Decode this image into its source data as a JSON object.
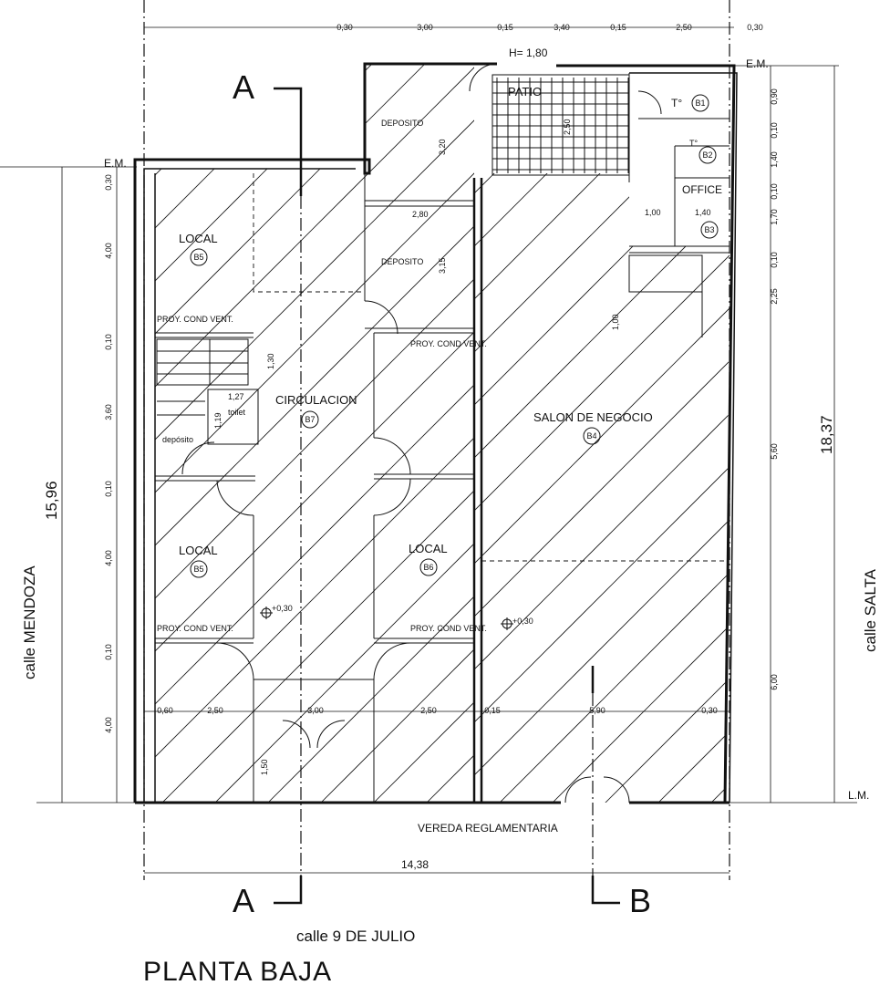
{
  "title": "PLANTA BAJA",
  "streets": {
    "bottom": "calle  9 DE JULIO",
    "left": "calle  MENDOZA",
    "right": "calle  SALTA"
  },
  "sidewalk": "VEREDA REGLAMENTARIA",
  "sections": {
    "a": "A",
    "b": "B"
  },
  "markers": {
    "em": "E.M.",
    "lm": "L.M."
  },
  "rooms": {
    "patio": "PATIO",
    "deposito_top": "DEPOSITO",
    "deposito_mid": "DEPOSITO",
    "local_top": "LOCAL",
    "local_bottom_left": "LOCAL",
    "local_bottom_mid": "LOCAL",
    "circulacion": "CIRCULACION",
    "salon": "SALON DE NEGOCIO",
    "office": "OFFICE",
    "toilet_b1": "T°",
    "toilet_b2": "T°",
    "toilet": "toilet",
    "deposito_small": "depósito",
    "proy_1": "PROY. COND VENT.",
    "proy_2": "PROY. COND VENT.",
    "proy_3": "PROY. COND VENT.",
    "proy_4": "PROY. COND VENT."
  },
  "tags": {
    "b1": "B1",
    "b2": "B2",
    "b3": "B3",
    "b4": "B4",
    "b5a": "B5",
    "b5b": "B5",
    "b6": "B6",
    "b7": "B7"
  },
  "levels": {
    "left": "+0,30",
    "right": "+0,30"
  },
  "dims_top": [
    "0,30",
    "3,00",
    "0,15",
    "3,40",
    "0,15",
    "2,50",
    "0,30"
  ],
  "dims_bottom": [
    "0,60",
    "2,50",
    "3,00",
    "2,50",
    "0,15",
    "5,90",
    "0,30"
  ],
  "dims_left": [
    "0,30",
    "4,00",
    "0,10",
    "3,60",
    "0,10",
    "4,00",
    "0,10",
    "4,00"
  ],
  "dims_right": [
    "0,90",
    "0,10",
    "1,40",
    "0,10",
    "1,70",
    "0,10",
    "2,25",
    "5,60",
    "6,00"
  ],
  "dims_inner": {
    "h_patio": "H= 1,80",
    "patio_depth": "2,50",
    "deposito_top_h": "3,20",
    "deposito_mid_w": "2,80",
    "deposito_mid_h": "3,15",
    "stair_h": "1,30",
    "toilet_w": "1,27",
    "toilet_h": "1,19",
    "office_w1": "1,00",
    "office_w2": "1,40",
    "stair_right": "1,00",
    "entrance": "1,50"
  },
  "totals": {
    "left": "15,96",
    "right": "18,37",
    "bottom": "14,38"
  }
}
